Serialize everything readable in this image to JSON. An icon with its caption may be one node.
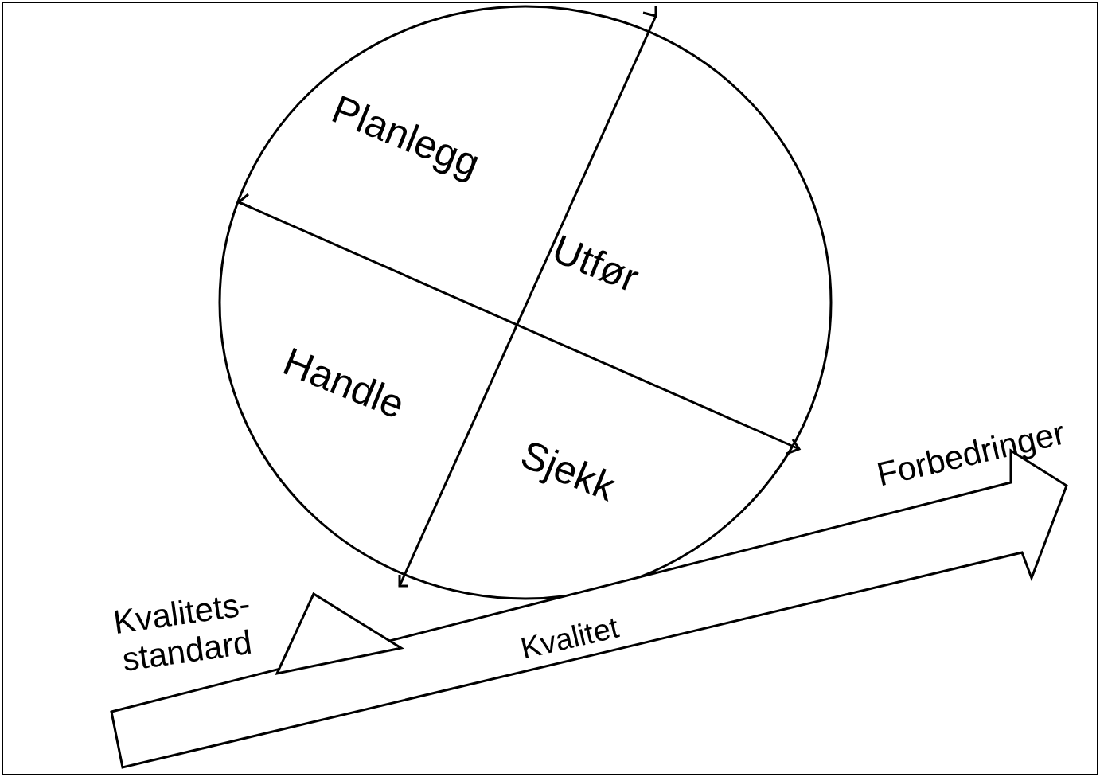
{
  "diagram": {
    "nodes": [
      {
        "text": [],
        "shape": "circle"
      },
      {
        "text": [
          "Planlegg"
        ],
        "in": 0
      },
      {
        "text": [
          "Utfør"
        ],
        "in": 0
      },
      {
        "text": [
          "Handle"
        ],
        "in": 0
      },
      {
        "text": [
          "Sjekk"
        ],
        "in": 0
      },
      {
        "text": [
          "Kvalitet"
        ]
      },
      {
        "text": [],
        "shape": "triangle"
      }
    ],
    "edges": [],
    "labels": [
      "Forbedringer",
      "Kvalitets- standard"
    ]
  }
}
